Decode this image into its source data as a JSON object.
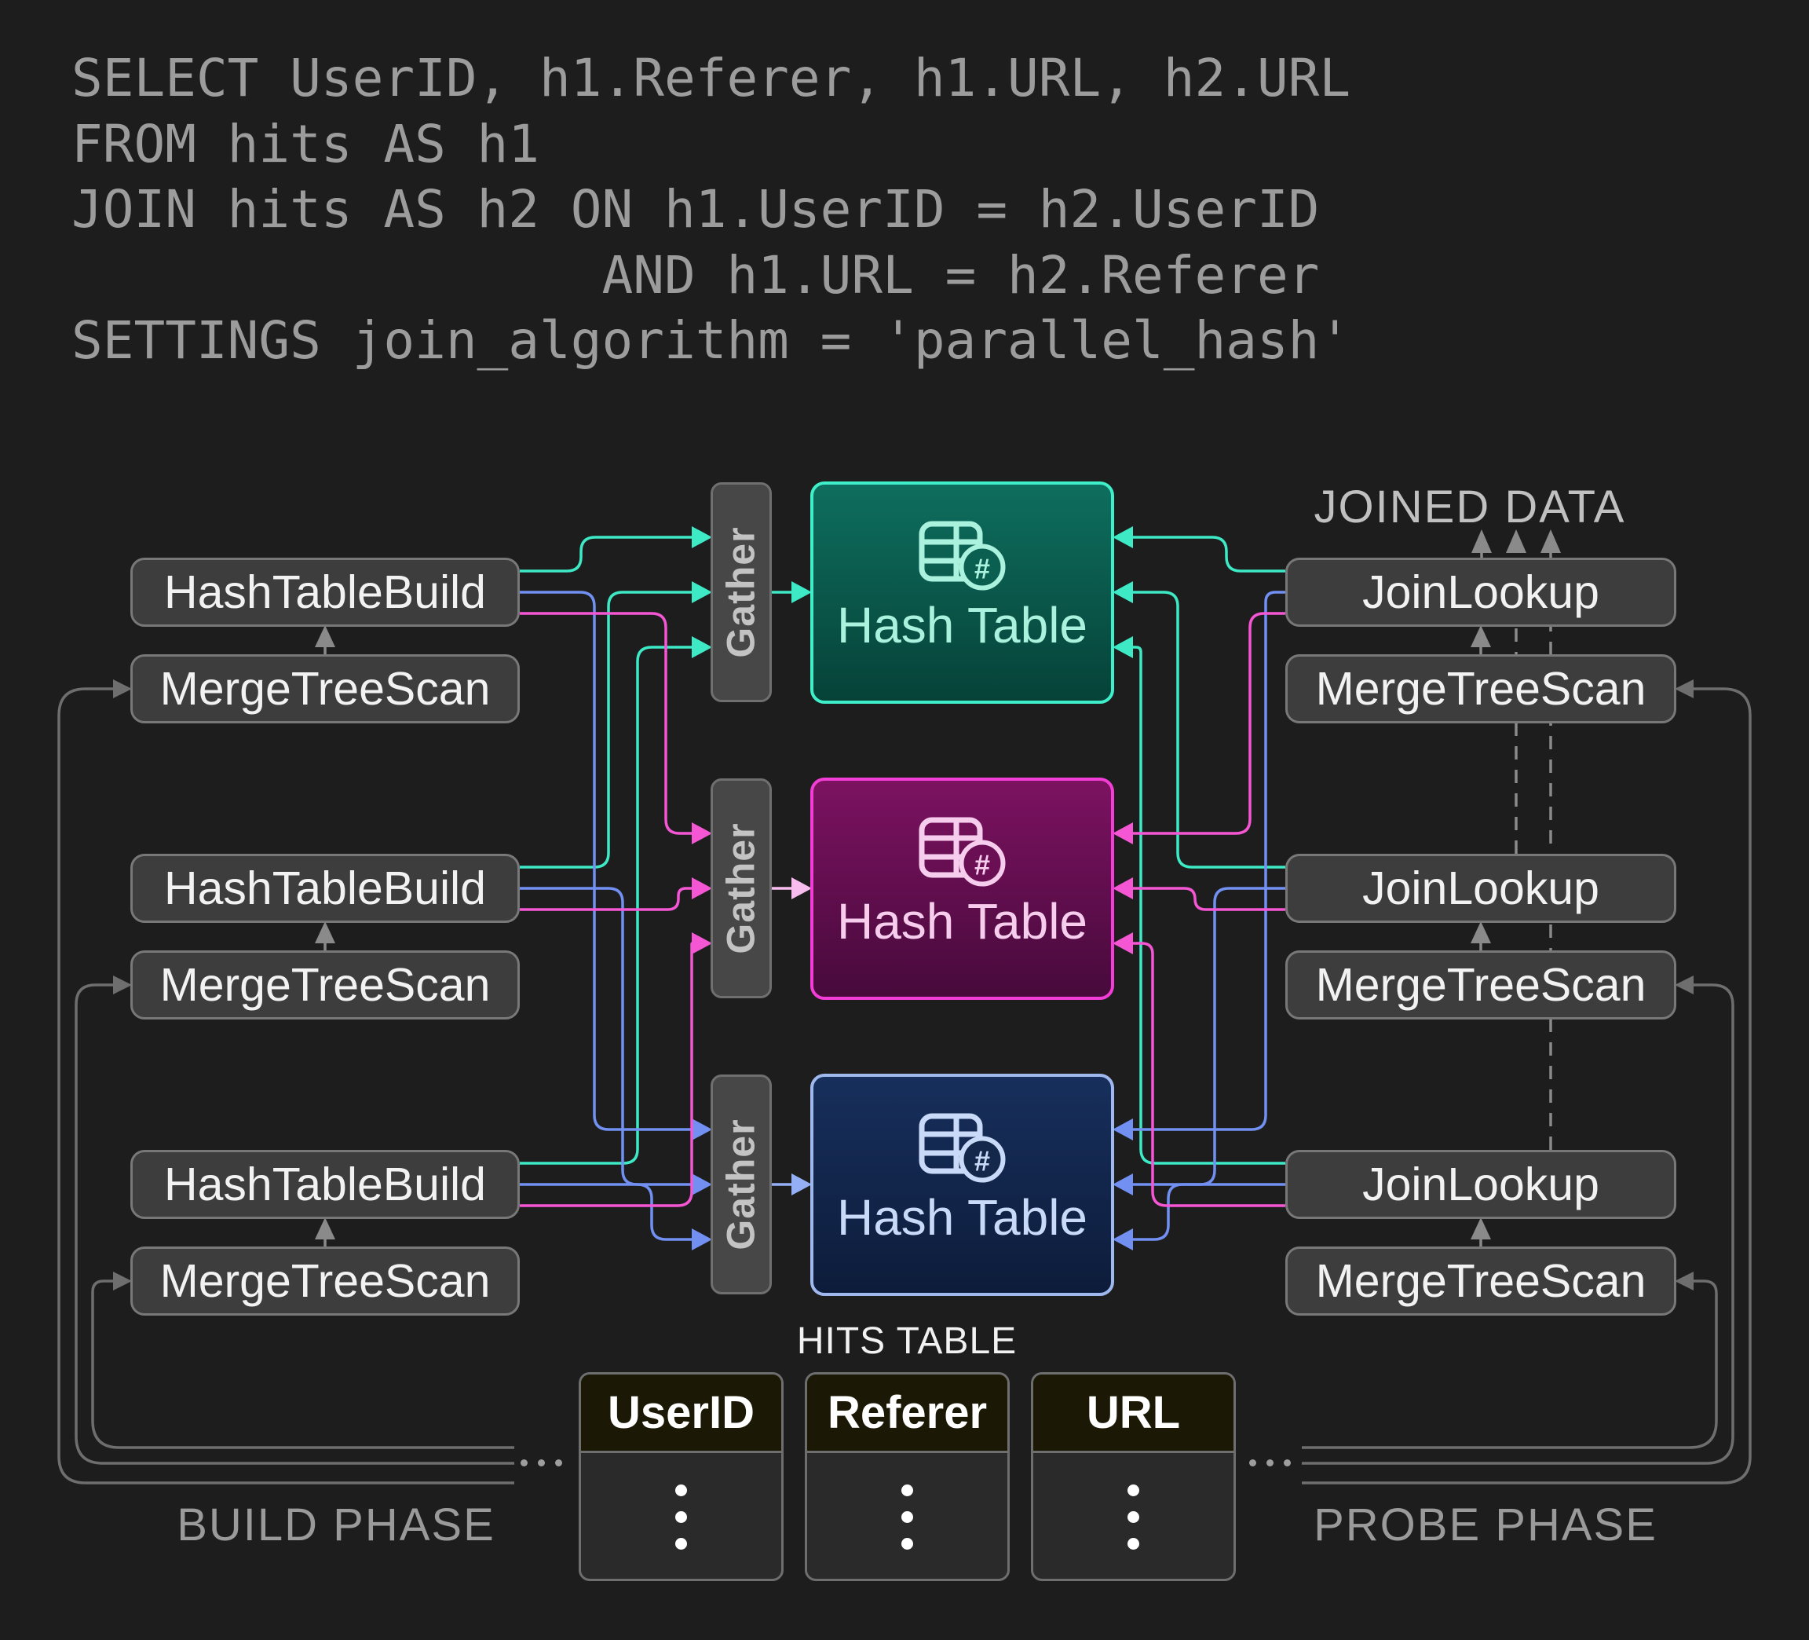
{
  "sql": {
    "lines": [
      "SELECT UserID, h1.Referer, h1.URL, h2.URL",
      "FROM hits AS h1",
      "JOIN hits AS h2 ON h1.UserID = h2.UserID",
      "                 AND h1.URL = h2.Referer",
      "SETTINGS join_algorithm = 'parallel_hash'"
    ]
  },
  "diagram": {
    "joined_data_label": "JOINED DATA",
    "build_phase_label": "BUILD PHASE",
    "probe_phase_label": "PROBE PHASE",
    "hits_table_label": "HITS TABLE",
    "node_labels": {
      "hash_table_build": "HashTableBuild",
      "merge_tree_scan": "MergeTreeScan",
      "join_lookup": "JoinLookup",
      "gather": "Gather",
      "hash_table": "Hash Table"
    },
    "hits_columns": [
      "UserID",
      "Referer",
      "URL"
    ],
    "colors": {
      "background": "#1D1D1E",
      "teal_arrow": "#3EE9C5",
      "pink_arrow": "#F556D4",
      "blue_arrow": "#7190F2",
      "teal_arrow_light": "#7FEFD9",
      "pink_arrow_light": "#F8BCEE",
      "blue_arrow_light": "#95AFF6",
      "gray_line": "#6E6E6E",
      "gray_arrow": "#8A8A8A",
      "teal_box_border": "#3EEFC9",
      "magenta_box_border": "#F23ED6",
      "blue_box_border": "#9FB9EF"
    }
  }
}
